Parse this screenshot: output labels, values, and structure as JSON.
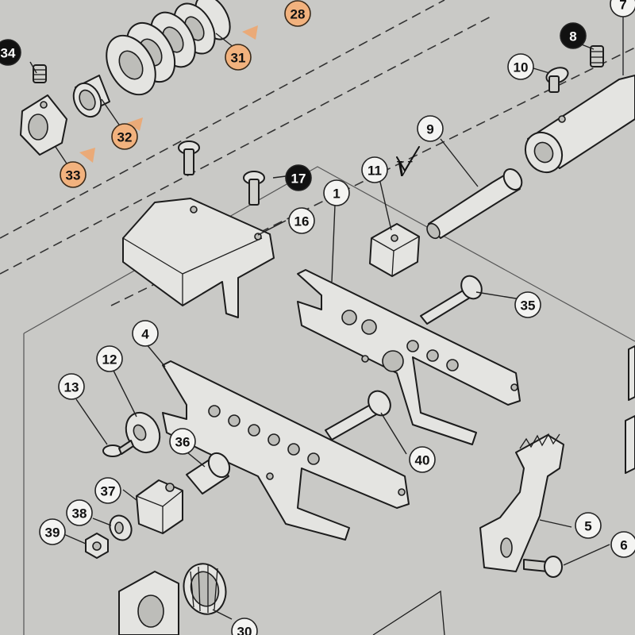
{
  "labels": [
    {
      "text": "28",
      "style": "orange"
    },
    {
      "text": "7",
      "style": "plain"
    },
    {
      "text": "34",
      "style": "filled"
    },
    {
      "text": "31",
      "style": "orange"
    },
    {
      "text": "8",
      "style": "filled"
    },
    {
      "text": "10",
      "style": "plain"
    },
    {
      "text": "32",
      "style": "orange"
    },
    {
      "text": "33",
      "style": "orange"
    },
    {
      "text": "9",
      "style": "plain"
    },
    {
      "text": "11",
      "style": "plain"
    },
    {
      "text": "17",
      "style": "filled"
    },
    {
      "text": "1",
      "style": "plain"
    },
    {
      "text": "16",
      "style": "plain"
    },
    {
      "text": "35",
      "style": "plain"
    },
    {
      "text": "4",
      "style": "plain"
    },
    {
      "text": "12",
      "style": "plain"
    },
    {
      "text": "13",
      "style": "plain"
    },
    {
      "text": "36",
      "style": "plain"
    },
    {
      "text": "40",
      "style": "plain"
    },
    {
      "text": "37",
      "style": "plain"
    },
    {
      "text": "38",
      "style": "plain"
    },
    {
      "text": "5",
      "style": "plain"
    },
    {
      "text": "39",
      "style": "plain"
    },
    {
      "text": "6",
      "style": "plain"
    },
    {
      "text": "30",
      "style": "plain"
    }
  ],
  "handwritten_mark": "V",
  "colors": {
    "paper": "#c9c9c6",
    "ink": "#1c1c1c",
    "orange_highlight": "#f2b27e"
  }
}
